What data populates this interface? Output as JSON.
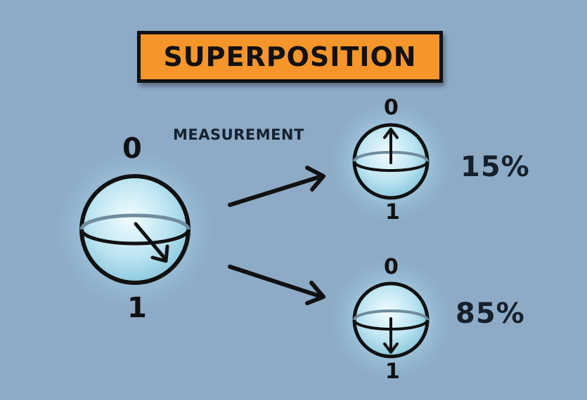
{
  "title": "SUPERPOSITION",
  "measurement_label": "MEASUREMENT",
  "superposition_sphere": {
    "top_state": "0",
    "bottom_state": "1"
  },
  "outcomes": [
    {
      "top_state": "0",
      "bottom_state": "1",
      "probability": "15%",
      "arrow": "up"
    },
    {
      "top_state": "0",
      "bottom_state": "1",
      "probability": "85%",
      "arrow": "down"
    }
  ],
  "colors": {
    "background": "#8dabc7",
    "title_box": "#f5952a",
    "sphere_fill": "#bfe6f2",
    "outline": "#111111"
  }
}
